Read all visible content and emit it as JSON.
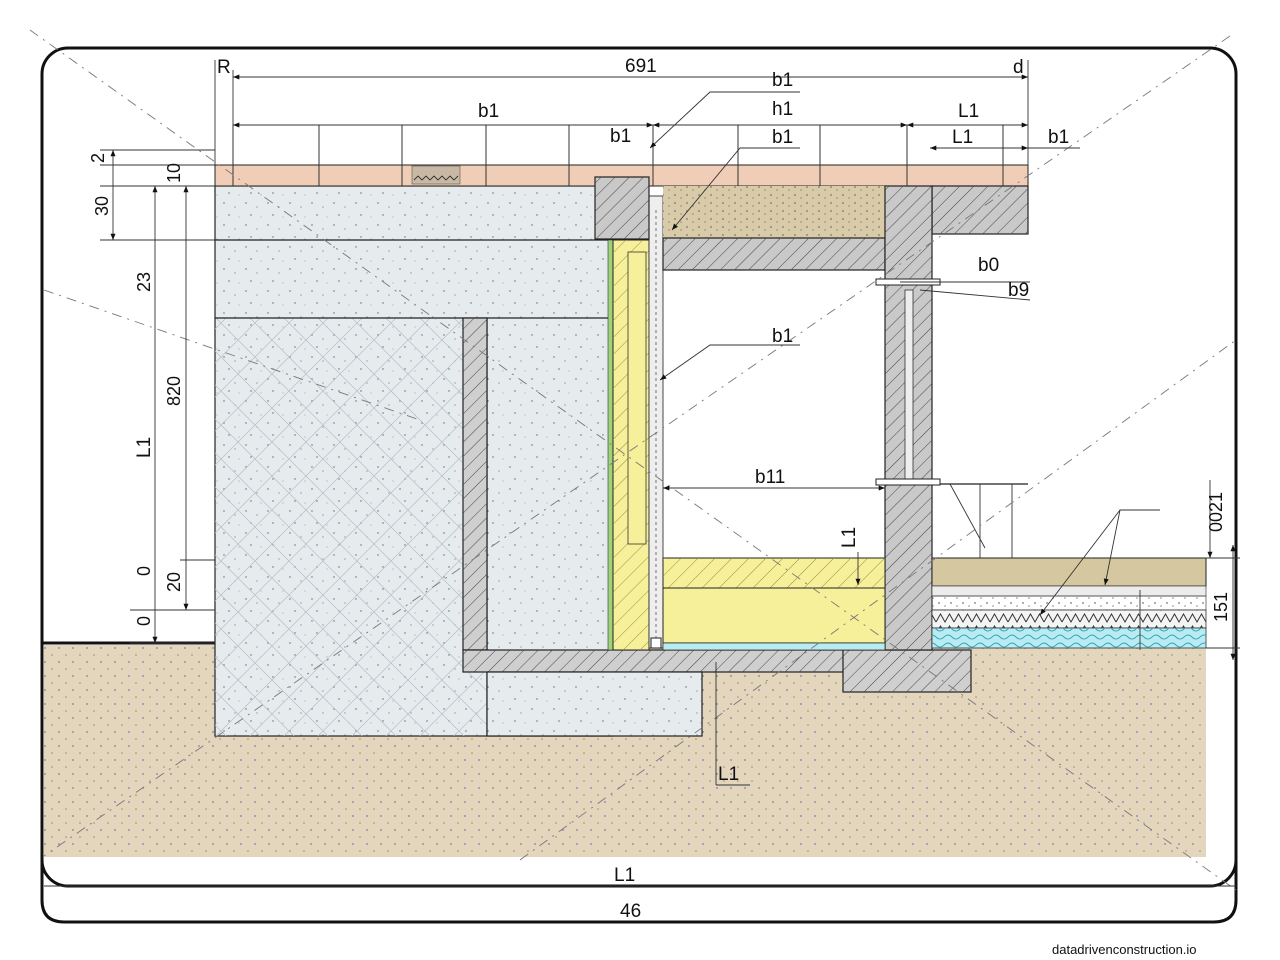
{
  "labels": {
    "top_total": "691",
    "top_left": "R",
    "top_right": "d",
    "b1_top": "b1",
    "b1_row": "b1",
    "h1": "h1",
    "l1_top": "L1",
    "b1_mid": "b1",
    "b1_under": "b1",
    "l1_mid": "L1",
    "b1_right": "b1",
    "b0": "b0",
    "b9": "b9",
    "b1_wall": "b1",
    "b11": "b11",
    "l1_slab": "L1",
    "v_0021": "0021",
    "v_151": "151",
    "v_2": "2",
    "v_10": "10",
    "v_30": "30",
    "v_23": "23",
    "v_820": "820",
    "v_l1": "L1",
    "v_0a": "0",
    "v_20": "20",
    "v_0b": "0",
    "l1_footing": "L1",
    "bottom_l1": "L1",
    "bottom_46": "46",
    "watermark": "datadrivenconstruction.io"
  },
  "colors": {
    "concrete": "#e6ebee",
    "concrete_block": "#dde3e6",
    "soil": "#e3d6bd",
    "soil_dots": "#8c85b5",
    "paving": "#f0cdb6",
    "insulation": "#f6f09a",
    "insulation_dark": "#e8d87a",
    "membrane": "#9ed37c",
    "slab_gray": "#c9c9c9",
    "screed": "#d5c7a0",
    "water_layer": "#b9ecf2",
    "backfill": "#ddd2b4"
  }
}
